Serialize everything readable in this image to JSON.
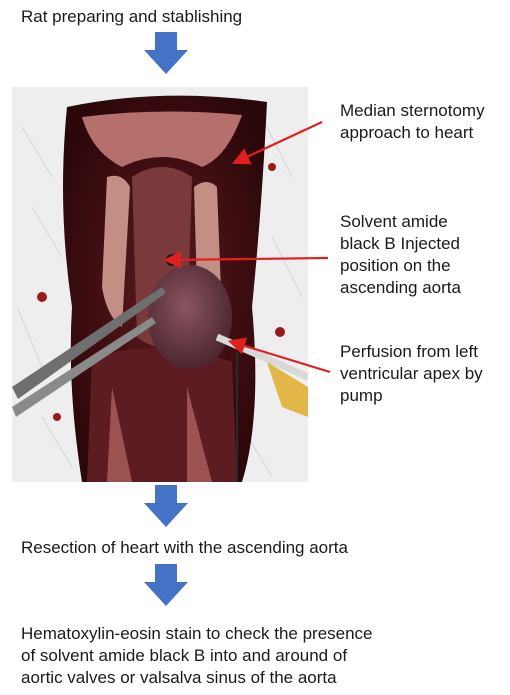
{
  "steps": {
    "step1": "Rat preparing and stablishing",
    "step2": "Resection of heart with the ascending aorta",
    "step3": [
      "Hematoxylin-eosin stain  to check the presence",
      "of solvent amide black B into and around of",
      "aortic valves or valsalva sinus of the aorta"
    ]
  },
  "annotations": [
    {
      "lines": [
        "Median sternotomy",
        "approach to heart"
      ]
    },
    {
      "lines": [
        "Solvent amide",
        "black B Injected",
        "position on the",
        "ascending aorta"
      ]
    },
    {
      "lines": [
        "Perfusion from left",
        "ventricular apex by",
        "pump"
      ]
    }
  ],
  "colors": {
    "flow_arrow": "#4472c4",
    "pointer": "#e02020"
  }
}
